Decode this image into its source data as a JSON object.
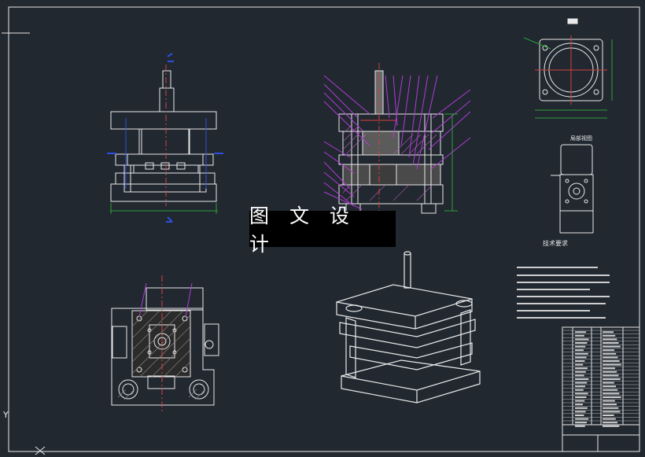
{
  "watermark": {
    "text": "图 文 设 计"
  },
  "colors": {
    "background": "#212830",
    "line": "#e9e9e9",
    "dimension": "#2f9e3a",
    "leader": "#b13bd6",
    "center": "#2f4fe0",
    "centerline": "#d64040"
  },
  "views": [
    "front-section-view",
    "full-section-view",
    "top-view",
    "bottom-plan-view",
    "isometric-view",
    "detail-view"
  ],
  "tech_notes": {
    "title": "技术要求"
  },
  "detail_view": {
    "title": "局部视图"
  }
}
